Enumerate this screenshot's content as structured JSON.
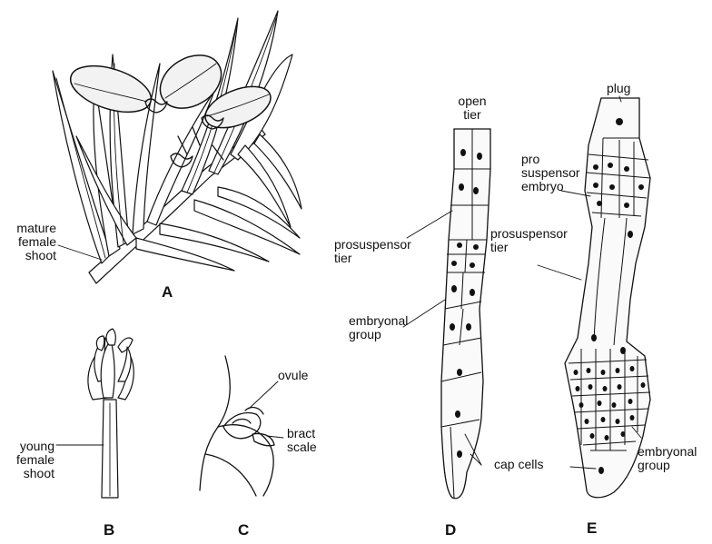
{
  "panels": {
    "A": {
      "letter": "A",
      "labels": {
        "mature_female_shoot_1": "mature",
        "mature_female_shoot_2": "female",
        "mature_female_shoot_3": "shoot"
      }
    },
    "B": {
      "letter": "B",
      "labels": {
        "young_female_shoot_1": "young",
        "young_female_shoot_2": "female",
        "young_female_shoot_3": "shoot"
      }
    },
    "C": {
      "letter": "C",
      "labels": {
        "ovule": "ovule",
        "bract_scale_1": "bract",
        "bract_scale_2": "scale"
      }
    },
    "D": {
      "letter": "D",
      "labels": {
        "open_tier_1": "open",
        "open_tier_2": "tier",
        "prosuspensor_tier_1": "prosuspensor",
        "prosuspensor_tier_2": "tier",
        "embryonal_group_1": "embryonal",
        "embryonal_group_2": "group",
        "cap_cells": "cap cells"
      }
    },
    "E": {
      "letter": "E",
      "labels": {
        "plug": "plug",
        "pro_suspensor_embryo_1": "pro",
        "pro_suspensor_embryo_2": "suspensor",
        "pro_suspensor_embryo_3": "embryo",
        "prosuspensor_tier_1": "prosuspensor",
        "prosuspensor_tier_2": "tier",
        "embryonal_group_1": "embryonal",
        "embryonal_group_2": "group"
      }
    }
  }
}
